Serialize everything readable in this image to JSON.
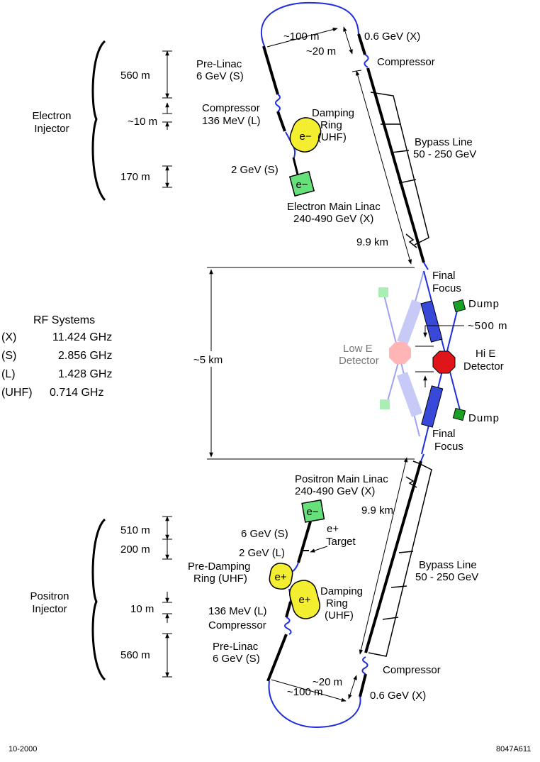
{
  "electron": {
    "injector": [
      "Electron",
      "Injector"
    ],
    "len_560": "560 m",
    "len_10": "~10 m",
    "len_170": "170 m",
    "prelinac": [
      "Pre-Linac",
      "6 GeV (S)"
    ],
    "compressor": [
      "Compressor",
      "136 MeV (L)"
    ],
    "damping_ring": [
      "Damping",
      "Ring",
      "(UHF)"
    ],
    "particle": "e−",
    "gev2": "2 GeV (S)",
    "len_100": "~100 m",
    "len_20": "~20 m",
    "gev06": "0.6 GeV (X)",
    "compressor_top": "Compressor",
    "bypass": [
      "Bypass Line",
      "50 - 250 GeV"
    ],
    "main_linac": [
      "Electron Main Linac",
      "240-490 GeV (X)"
    ],
    "km": "9.9 km"
  },
  "rf": {
    "title": "RF Systems",
    "rows": [
      {
        "band": "(X)",
        "freq": "11.424 GHz"
      },
      {
        "band": "(S)",
        "freq": "2.856 GHz"
      },
      {
        "band": "(L)",
        "freq": "1.428 GHz"
      },
      {
        "band": "(UHF)",
        "freq": "0.714 GHz"
      }
    ]
  },
  "ir": {
    "span": "~5 km",
    "final_focus_top": [
      "Final",
      "Focus"
    ],
    "final_focus_bottom": [
      "Final",
      "Focus"
    ],
    "dump_top": "Dump",
    "dump_bottom": "Dump",
    "sep": "~500 m",
    "low_e": [
      "Low E",
      "Detector"
    ],
    "hi_e": [
      "Hi E",
      "Detector"
    ]
  },
  "positron": {
    "main_linac": [
      "Positron Main Linac",
      "240-490 GeV (X)"
    ],
    "km": "9.9 km",
    "injector": [
      "Positron",
      "Injector"
    ],
    "len_510": "510 m",
    "len_200": "200 m",
    "len_10": "10 m",
    "len_560": "560 m",
    "gev6": "6 GeV (S)",
    "target": [
      "e+",
      "Target"
    ],
    "gev2": "2 GeV (L)",
    "pre_damping": [
      "Pre-Damping",
      "Ring (UHF)"
    ],
    "damping_ring": [
      "Damping",
      "Ring",
      "(UHF)"
    ],
    "compressor": [
      "136 MeV (L)",
      "Compressor"
    ],
    "prelinac": [
      "Pre-Linac",
      "6 GeV (S)"
    ],
    "particle_e_minus": "e−",
    "particle_e_plus": "e+",
    "bypass": [
      "Bypass Line",
      "50 - 250 GeV"
    ],
    "len_20": "~20 m",
    "len_100": "~100 m",
    "compressor_bottom": "Compressor",
    "gev06": "0.6 GeV (X)"
  },
  "footer": {
    "left": "10-2000",
    "right": "8047A611"
  },
  "colors": {
    "beam": "#1f2de0",
    "ring": "#f4ee30",
    "target": "#66e07a",
    "dump": "#1aa024",
    "magnet": "#3848d8",
    "detector": "#e0151a"
  }
}
